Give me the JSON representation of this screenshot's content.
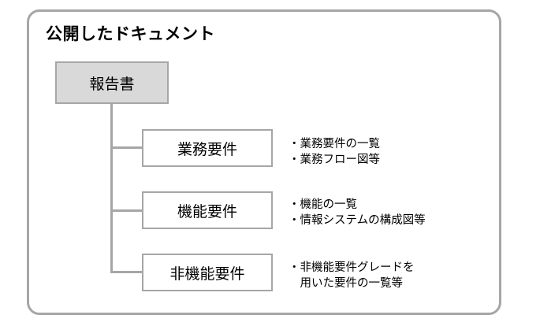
{
  "title": "公開したドキュメント",
  "root": {
    "label": "報告書"
  },
  "children": [
    {
      "label": "業務要件",
      "notes": [
        "・業務要件の一覧",
        "・業務フロー図等"
      ]
    },
    {
      "label": "機能要件",
      "notes": [
        "・機能の一覧",
        "・情報システムの構成図等"
      ]
    },
    {
      "label": "非機能要件",
      "notes": [
        "・非機能要件グレードを",
        "　用いた要件の一覧等"
      ]
    }
  ],
  "colors": {
    "border": "#a6a6a6",
    "root_fill": "#d9d9d9",
    "background": "#ffffff"
  }
}
